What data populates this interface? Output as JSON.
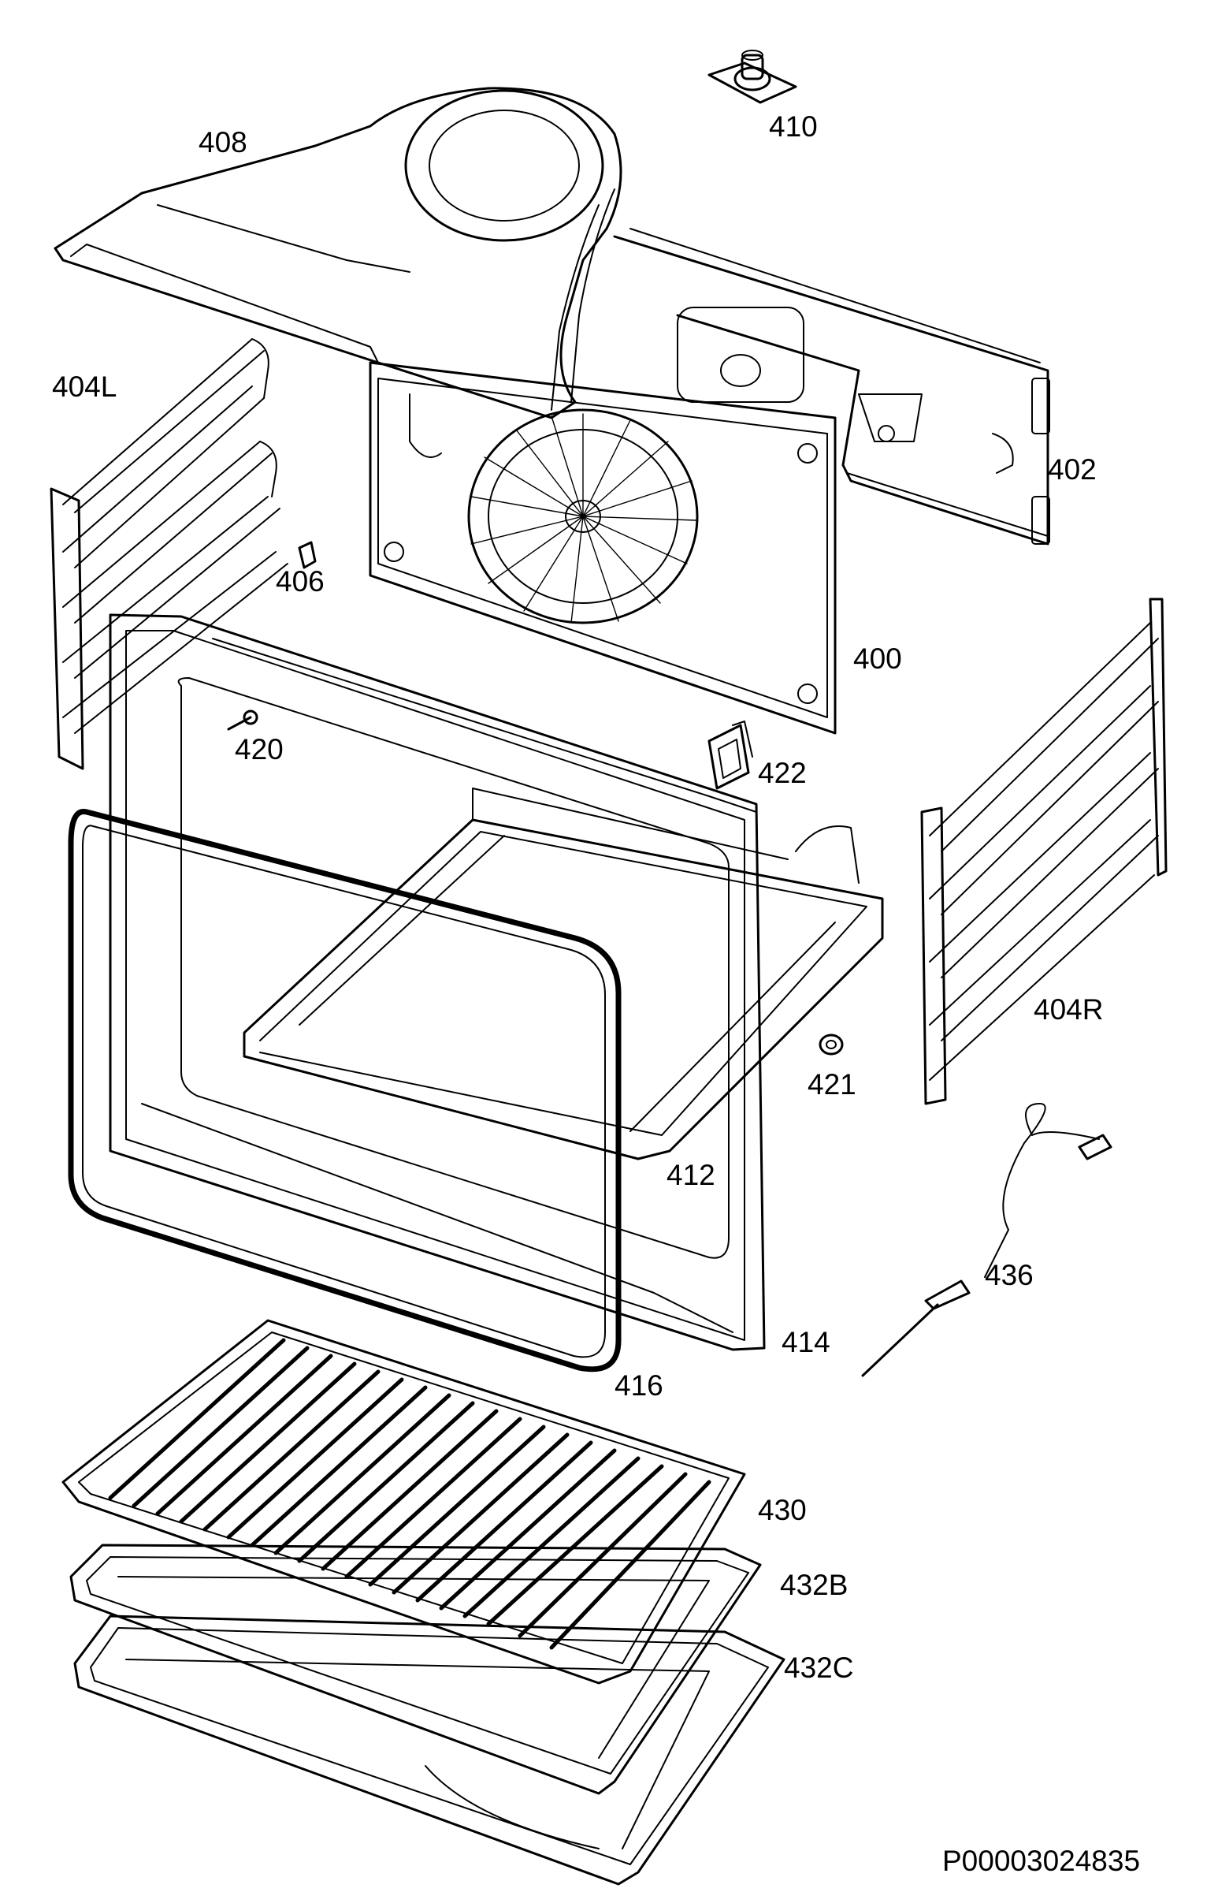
{
  "diagram": {
    "drawing_code": "P00003024835",
    "labels": {
      "p400": "400",
      "p402": "402",
      "p404L": "404L",
      "p404R": "404R",
      "p406": "406",
      "p408": "408",
      "p410": "410",
      "p412": "412",
      "p414": "414",
      "p416": "416",
      "p420": "420",
      "p421": "421",
      "p422": "422",
      "p430": "430",
      "p432B": "432B",
      "p432C": "432C",
      "p436": "436"
    }
  }
}
